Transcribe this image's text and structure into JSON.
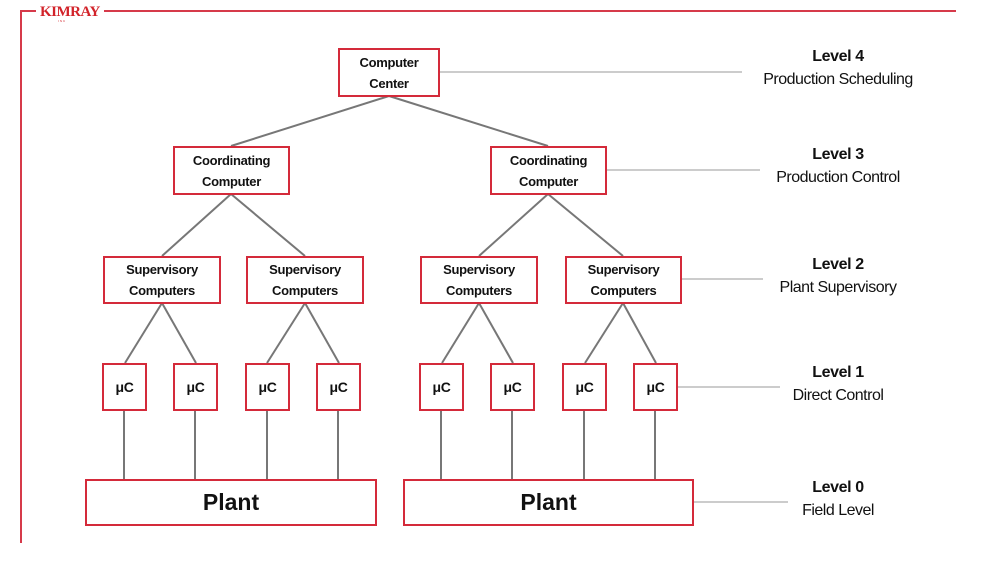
{
  "brand": {
    "logo_text": "KIMRAY",
    "logo_sub": "INC",
    "accent_color": "#d42a3a"
  },
  "nodes": {
    "computer_center": "Computer\nCenter",
    "coordinating": [
      "Coordinating\nComputer",
      "Coordinating\nComputer"
    ],
    "supervisory": [
      "Supervisory\nComputers",
      "Supervisory\nComputers",
      "Supervisory\nComputers",
      "Supervisory\nComputers"
    ],
    "micro": [
      "μC",
      "μC",
      "μC",
      "μC",
      "μC",
      "μC",
      "μC",
      "μC"
    ],
    "plant": [
      "Plant",
      "Plant"
    ]
  },
  "levels": [
    {
      "title": "Level 4",
      "subtitle": "Production Scheduling"
    },
    {
      "title": "Level 3",
      "subtitle": "Production Control"
    },
    {
      "title": "Level 2",
      "subtitle": "Plant Supervisory"
    },
    {
      "title": "Level 1",
      "subtitle": "Direct Control"
    },
    {
      "title": "Level 0",
      "subtitle": "Field Level"
    }
  ]
}
